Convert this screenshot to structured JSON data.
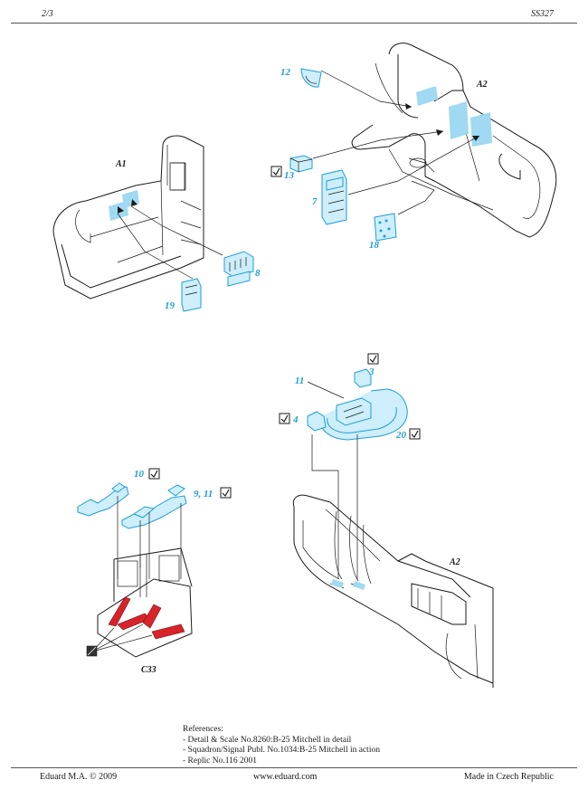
{
  "header": {
    "page": "2/3",
    "code": "SS327"
  },
  "assemblies": {
    "a1": "A1",
    "a2_top": "A2",
    "a2_bottom": "A2",
    "c33": "C33"
  },
  "parts": {
    "p12": "12",
    "p13": "13",
    "p7": "7",
    "p18": "18",
    "p8": "8",
    "p19": "19",
    "p11": "11",
    "p3": "3",
    "p4": "4",
    "p20": "20",
    "p10": "10",
    "p9_11": "9, 11"
  },
  "references": {
    "title": "References:",
    "items": [
      "- Detail & Scale No.8260:B-25 Mitchell in detail",
      "- Squadron/Signal Publ. No.1034:B-25 Mitchell in action",
      "- Replic No.116  2001"
    ]
  },
  "footer": {
    "left": "Eduard M.A. © 2009",
    "center": "www.eduard.com",
    "right": "Made in Czech Republic"
  },
  "colors": {
    "photo_etch": "#1f9ed6",
    "photo_etch_fill": "#cdeefa",
    "paint_red": "#d8232a"
  }
}
